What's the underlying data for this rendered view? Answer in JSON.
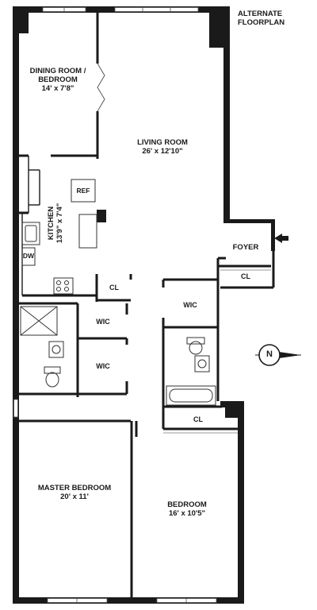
{
  "header": {
    "line1": "ALTERNATE",
    "line2": "FLOORPLAN"
  },
  "rooms": {
    "dining": {
      "name": "DINING ROOM /",
      "name2": "BEDROOM",
      "dims": "14' x 7'8\""
    },
    "living": {
      "name": "LIVING ROOM",
      "dims": "26' x 12'10\""
    },
    "kitchen": {
      "name": "KITCHEN",
      "dims": "13'9\" x 7'4\""
    },
    "foyer": {
      "name": "FOYER"
    },
    "master": {
      "name": "MASTER BEDROOM",
      "dims": "20' x 11'"
    },
    "bedroom": {
      "name": "BEDROOM",
      "dims": "16' x 10'5\""
    }
  },
  "closets": {
    "foyer_cl": "CL",
    "hall_cl": "CL",
    "bed_cl": "CL",
    "wic1": "WIC",
    "wic2": "WIC",
    "wic3": "WIC"
  },
  "fixtures": {
    "ref": "REF",
    "dw": "DW"
  },
  "compass": {
    "letter": "N"
  },
  "colors": {
    "wall": "#1a1a1a",
    "line": "#555555",
    "background": "#ffffff"
  }
}
